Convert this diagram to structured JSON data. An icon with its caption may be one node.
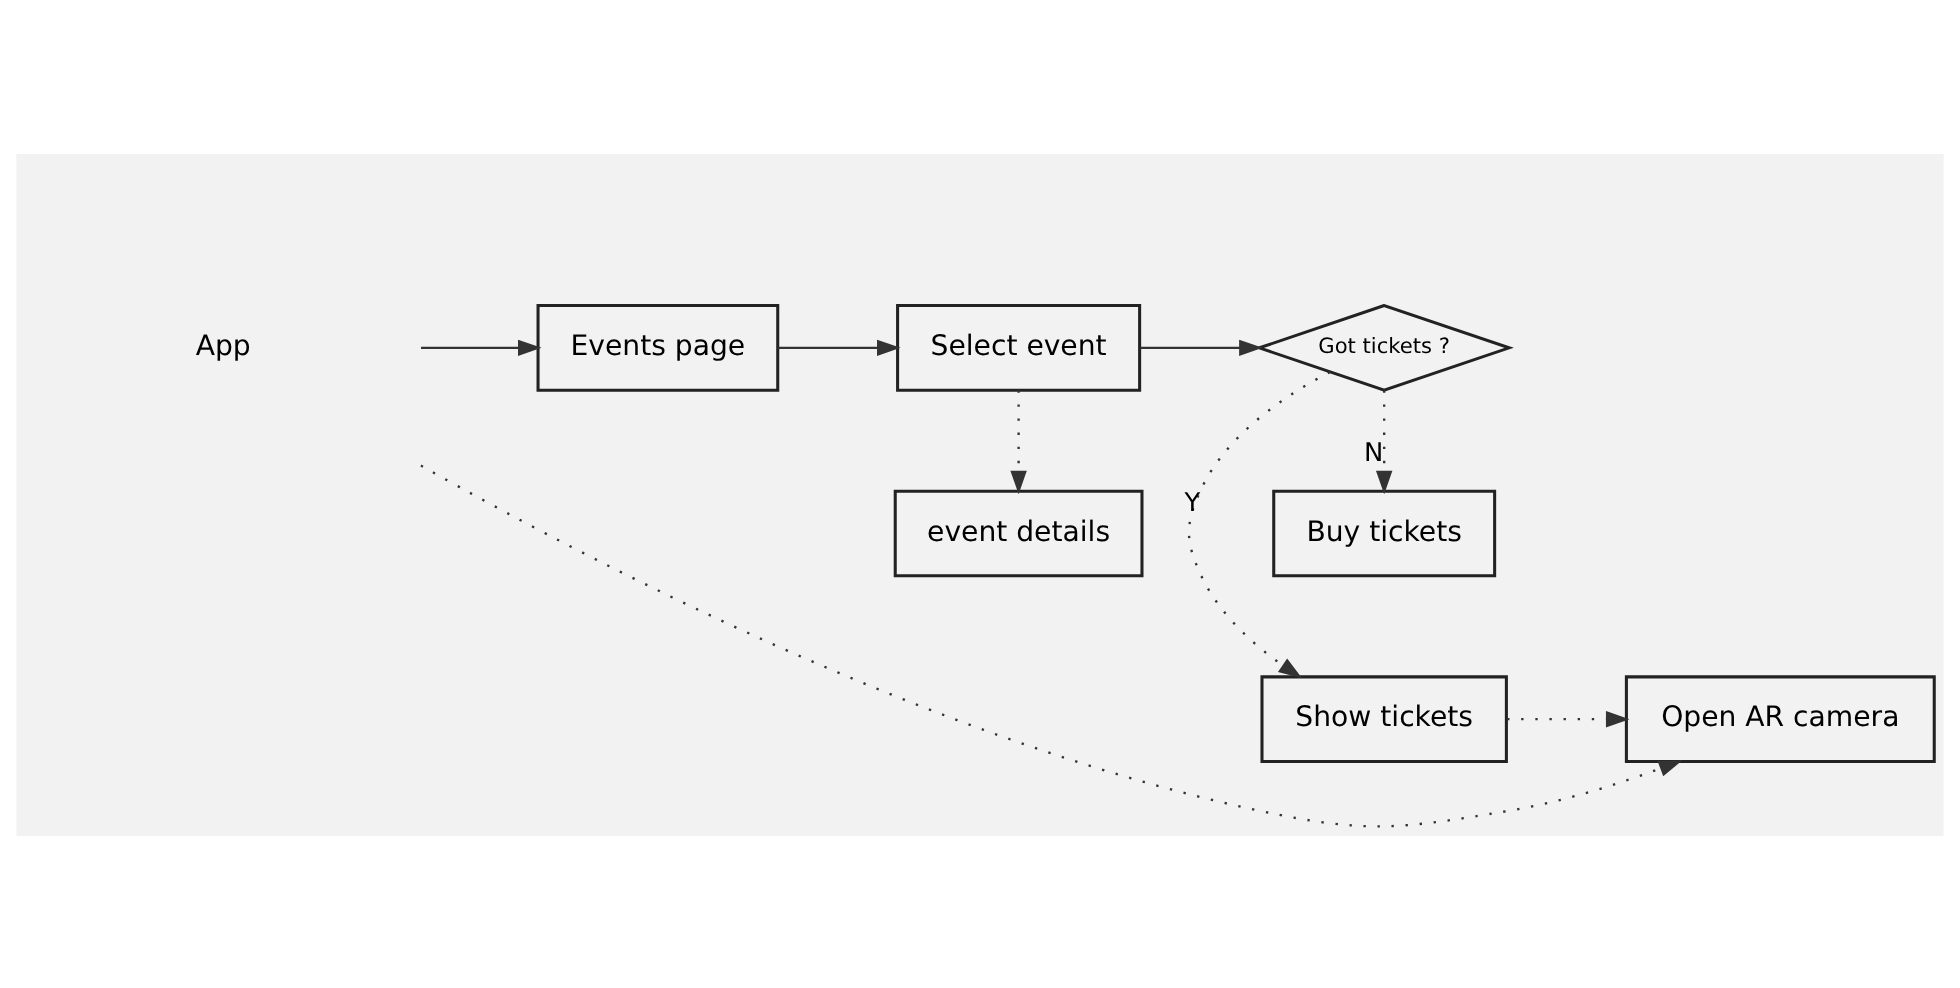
{
  "diagram": {
    "nodes": [
      {
        "text": [
          "App"
        ]
      },
      {
        "text": [
          "Events page"
        ]
      },
      {
        "text": [
          "Select event"
        ]
      },
      {
        "text": [
          "event details"
        ]
      },
      {
        "text": [
          "Got tickets ?"
        ]
      },
      {
        "text": [
          "Show tickets"
        ]
      },
      {
        "text": [
          "Buy tickets"
        ]
      },
      {
        "text": [
          "Open AR camera"
        ]
      }
    ],
    "edges": [
      {
        "from": 0,
        "to": 1,
        "arrow": "to"
      },
      {
        "from": 1,
        "to": 2,
        "arrow": "to"
      },
      {
        "from": 2,
        "to": 4,
        "arrow": "to"
      },
      {
        "from": 2,
        "to": 3,
        "arrow": "to",
        "style": "dashed"
      },
      {
        "from": 4,
        "to": 5,
        "arrow": "to",
        "style": "dashed",
        "label": "Y"
      },
      {
        "from": 4,
        "to": 6,
        "arrow": "to",
        "style": "dashed",
        "label": "N"
      },
      {
        "from": 5,
        "to": 7,
        "arrow": "to",
        "style": "dashed"
      },
      {
        "from": 0,
        "to": 7,
        "arrow": "to",
        "style": "dashed"
      }
    ]
  }
}
